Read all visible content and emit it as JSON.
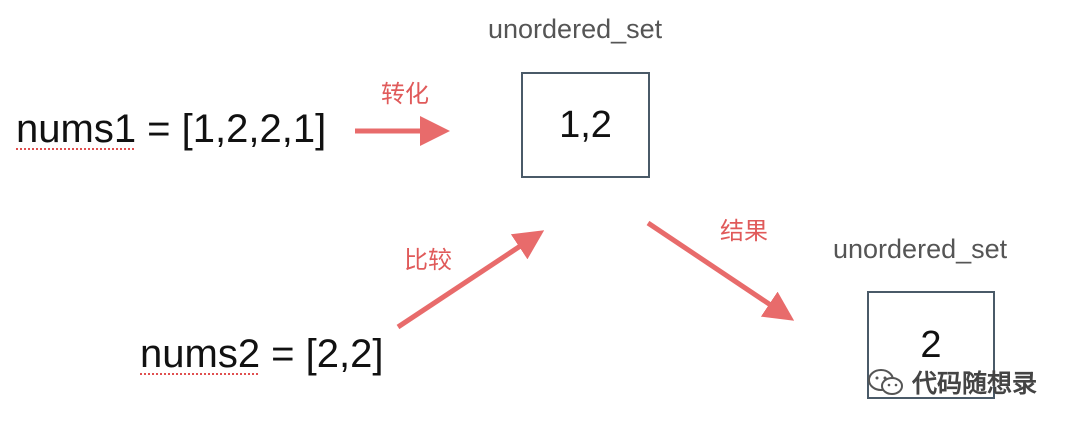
{
  "diagram": {
    "set1": {
      "label": "unordered_set",
      "contents": "1,2"
    },
    "set2": {
      "label": "unordered_set",
      "contents": "2"
    },
    "nums1": {
      "name": "nums1",
      "rest": " = [1,2,2,1]"
    },
    "nums2": {
      "name": "nums2",
      "rest": " = [2,2]"
    },
    "actions": {
      "convert": "转化",
      "compare": "比较",
      "result": "结果"
    },
    "colors": {
      "arrow": "#e86b6b",
      "box_border": "#4a5a68"
    }
  },
  "watermark": {
    "icon": "wechat-icon",
    "text": "代码随想录"
  }
}
